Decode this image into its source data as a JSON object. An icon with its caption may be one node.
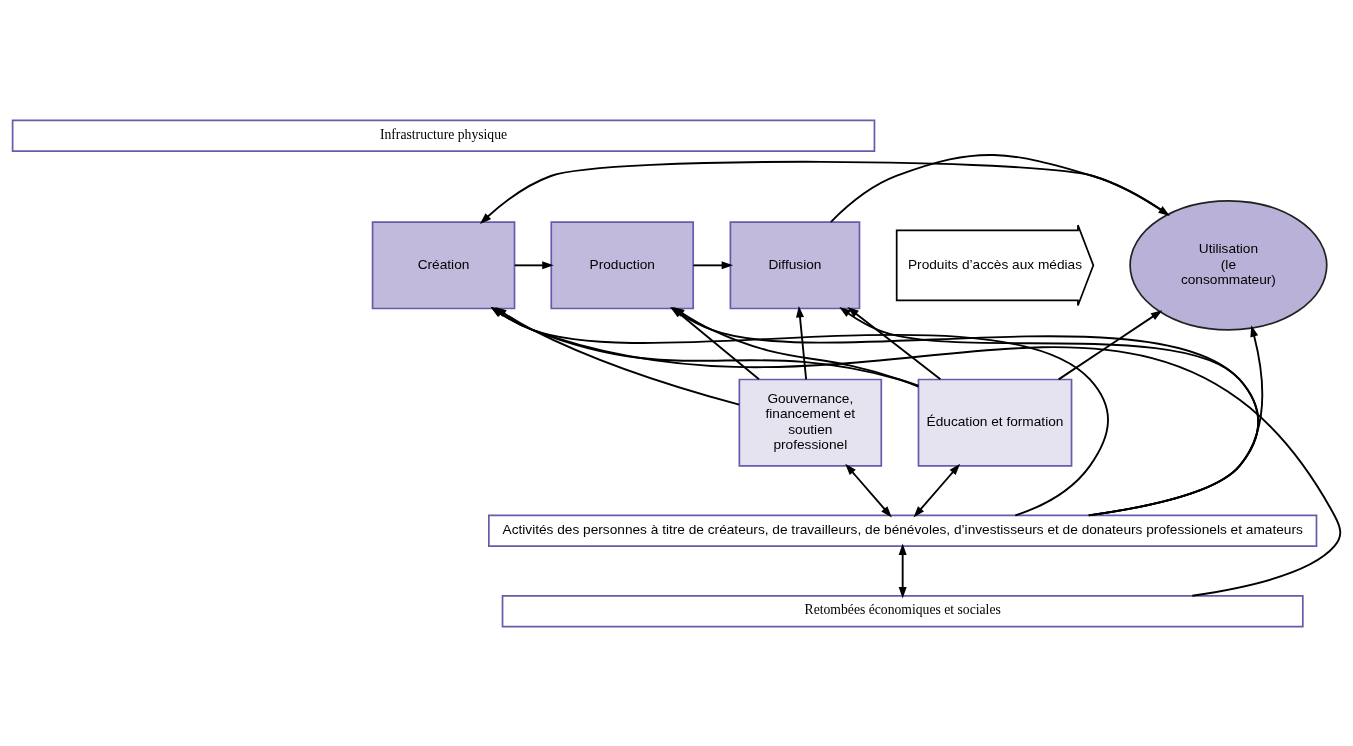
{
  "diagram": {
    "nodes": [
      {
        "text": [
          "Infrastructure physique"
        ]
      },
      {
        "text": [
          "Création"
        ]
      },
      {
        "text": [
          "Production"
        ]
      },
      {
        "text": [
          "Diffusion"
        ]
      },
      {
        "text": [
          "Produits d’accès aux médias"
        ]
      },
      {
        "text": [
          "Utilisation (le consommateur)"
        ]
      },
      {
        "text": [
          "Gouvernance, financement et soutien professionel"
        ]
      },
      {
        "text": [
          "Éducation et formation"
        ]
      },
      {
        "text": [
          "Activités des personnes à titre de créateurs, de travailleurs, de bénévoles, d’investisseurs et de donateurs professionels et amateurs"
        ]
      },
      {
        "text": [
          "Retombées économiques et sociales"
        ]
      }
    ],
    "edges": [
      {
        "from": 5,
        "to": 1,
        "arrow": "to"
      },
      {
        "from": 1,
        "to": 2,
        "arrow": "to"
      },
      {
        "from": 2,
        "to": 3,
        "arrow": "to"
      },
      {
        "from": 3,
        "to": 5,
        "arrow": "to"
      },
      {
        "from": 6,
        "to": 1,
        "arrow": "to"
      },
      {
        "from": 6,
        "to": 2,
        "arrow": "to"
      },
      {
        "from": 6,
        "to": 3,
        "arrow": "to"
      },
      {
        "from": 7,
        "to": 1,
        "arrow": "to"
      },
      {
        "from": 7,
        "to": 2,
        "arrow": "to"
      },
      {
        "from": 7,
        "to": 3,
        "arrow": "to"
      },
      {
        "from": 7,
        "to": 5,
        "arrow": "to"
      },
      {
        "from": 6,
        "to": 8,
        "arrow": "both"
      },
      {
        "from": 7,
        "to": 8,
        "arrow": "both"
      },
      {
        "from": 8,
        "to": 1,
        "arrow": "to"
      },
      {
        "from": 8,
        "to": 2,
        "arrow": "to"
      },
      {
        "from": 8,
        "to": 3,
        "arrow": "to"
      },
      {
        "from": 8,
        "to": 5,
        "arrow": "to"
      },
      {
        "from": 8,
        "to": 9,
        "arrow": "both"
      },
      {
        "from": 9,
        "to": 1,
        "arrow": "to"
      }
    ]
  }
}
